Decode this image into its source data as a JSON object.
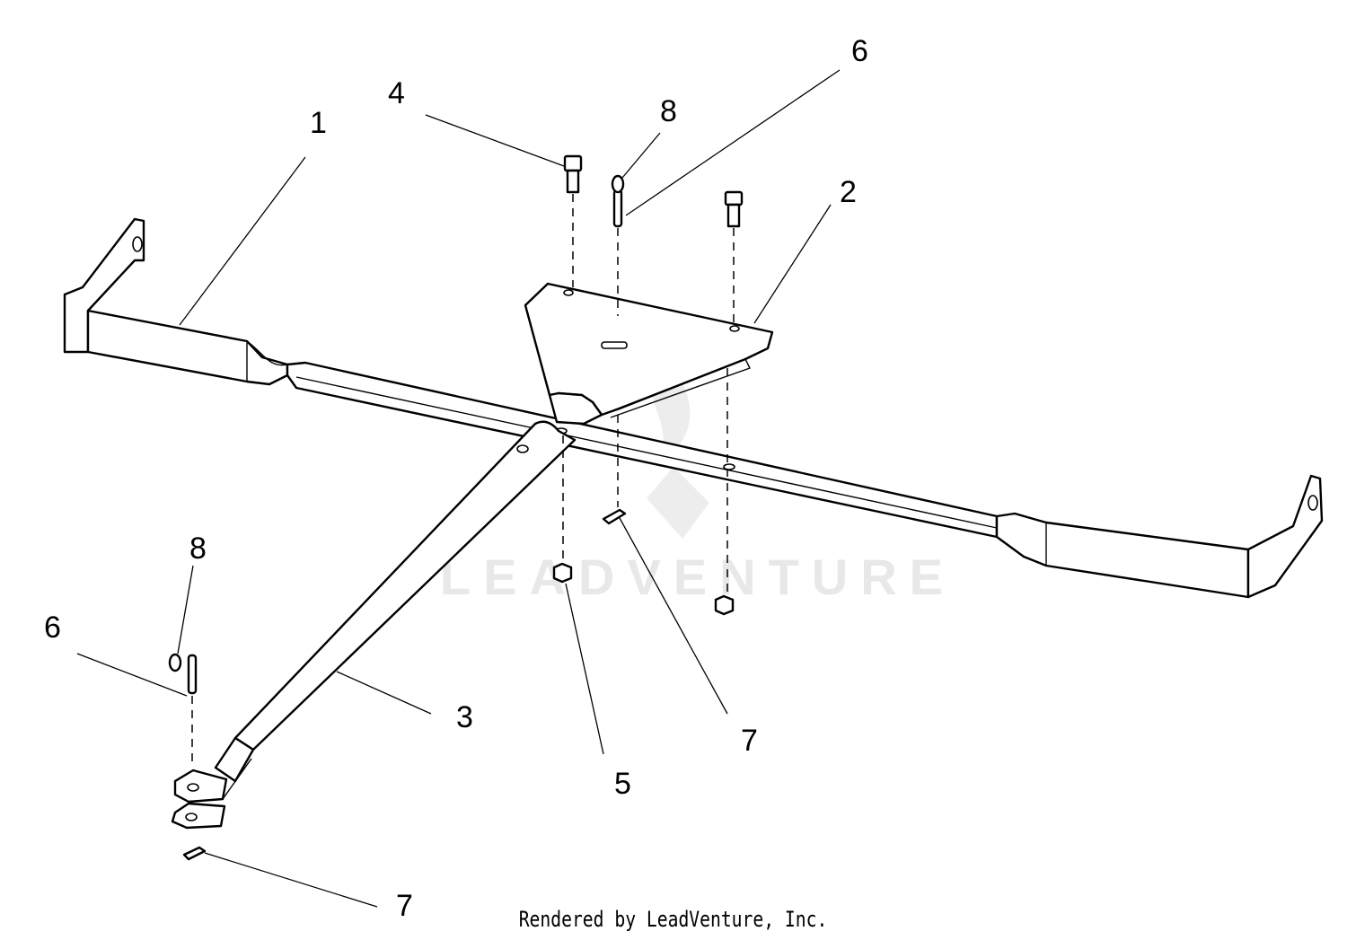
{
  "callouts": [
    {
      "id": "1",
      "label": "1"
    },
    {
      "id": "2",
      "label": "2"
    },
    {
      "id": "3",
      "label": "3"
    },
    {
      "id": "4",
      "label": "4"
    },
    {
      "id": "5",
      "label": "5"
    },
    {
      "id": "6a",
      "label": "6"
    },
    {
      "id": "6b",
      "label": "6"
    },
    {
      "id": "7a",
      "label": "7"
    },
    {
      "id": "7b",
      "label": "7"
    },
    {
      "id": "8a",
      "label": "8"
    },
    {
      "id": "8b",
      "label": "8"
    }
  ],
  "watermark": {
    "text": "LEADVENTURE"
  },
  "footer": {
    "text": "Rendered by LeadVenture, Inc."
  }
}
